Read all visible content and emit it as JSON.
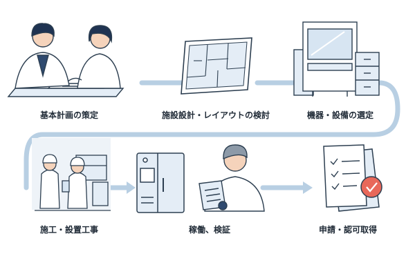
{
  "colors": {
    "connector": "#b8cfe3",
    "outline": "#2c3e50",
    "panel": "#e4edf6",
    "skin": "#f5d3bb",
    "hair": "#1f3352",
    "coat": "#ffffff",
    "check": "#e8685a"
  },
  "steps": [
    {
      "label": "基本計画の策定",
      "icon": "planning-meeting-icon"
    },
    {
      "label": "施設設計・レイアウトの検討",
      "icon": "floor-plan-icon"
    },
    {
      "label": "機器・設備の選定",
      "icon": "equipment-cabinet-icon"
    },
    {
      "label": "施工・設置工事",
      "icon": "construction-workers-icon"
    },
    {
      "label": "稼働、検証",
      "icon": "operating-machine-icon"
    },
    {
      "label": "申請・認可取得",
      "icon": "approval-document-icon"
    }
  ]
}
